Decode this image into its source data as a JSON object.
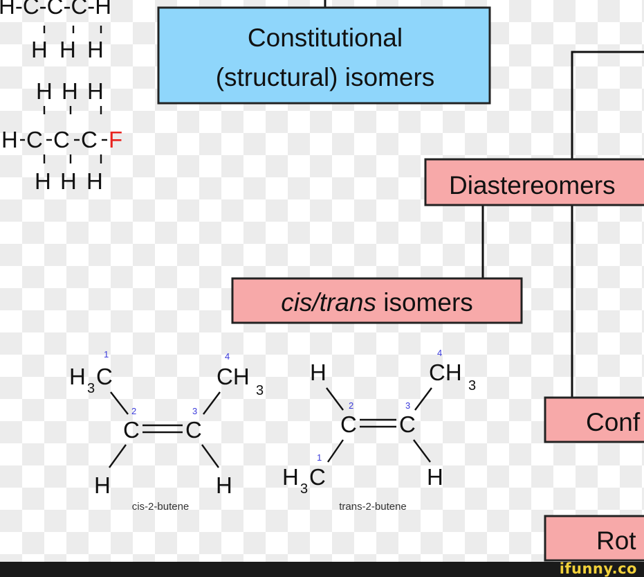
{
  "boxes": {
    "constitutional": {
      "line1": "Constitutional",
      "line2": "(structural) isomers",
      "color": "#8fd6fb"
    },
    "diastereomers": {
      "label": "Diastereomers",
      "color": "#f7a9a9"
    },
    "cis_trans": {
      "italic": "cis/trans",
      "rest": " isomers",
      "color": "#f7a9a9"
    },
    "conf_partial": {
      "label": "Conf"
    },
    "rot_partial": {
      "label": "Rot"
    }
  },
  "structures": {
    "top_partial_row": "H-C-C-C-H",
    "h": "H",
    "c": "C",
    "f_atom": "F",
    "f_color": "#e8231f",
    "ch3": "CH",
    "h3": "H",
    "sub3": "3",
    "numbers": [
      "1",
      "2",
      "3",
      "4"
    ]
  },
  "captions": {
    "cis": "cis-2-butene",
    "trans": "trans-2-butene"
  },
  "footer": {
    "brand": "ifunny.co",
    "brand_color": "#f2d13a"
  }
}
